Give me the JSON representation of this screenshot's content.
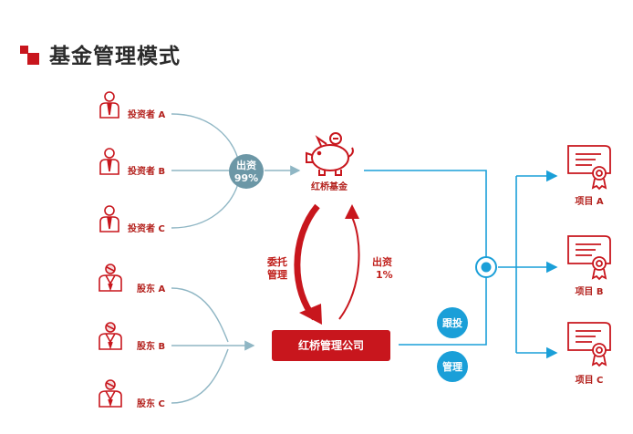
{
  "page_title": "基金管理模式",
  "colors": {
    "brand_red": "#c8161d",
    "gray_line": "#8fb6c4",
    "teal": "#6c97a6",
    "blue": "#1a9fd8"
  },
  "investors": [
    {
      "label": "投资者 A"
    },
    {
      "label": "投资者 B"
    },
    {
      "label": "投资者 C"
    }
  ],
  "shareholders": [
    {
      "label": "股东 A"
    },
    {
      "label": "股东 B"
    },
    {
      "label": "股东 C"
    }
  ],
  "invest_node": {
    "line1": "出资",
    "line2": "99%"
  },
  "fund": {
    "label": "红桥基金",
    "icon": "piggy-bank-icon"
  },
  "company": {
    "label": "红桥管理公司"
  },
  "entrust": {
    "line1": "委托",
    "line2": "管理"
  },
  "contribute": {
    "line1": "出资",
    "line2": "1%"
  },
  "follow_invest": {
    "label": "跟投"
  },
  "manage": {
    "label": "管理"
  },
  "projects": [
    {
      "label": "项目 A"
    },
    {
      "label": "项目 B"
    },
    {
      "label": "项目 C"
    }
  ]
}
